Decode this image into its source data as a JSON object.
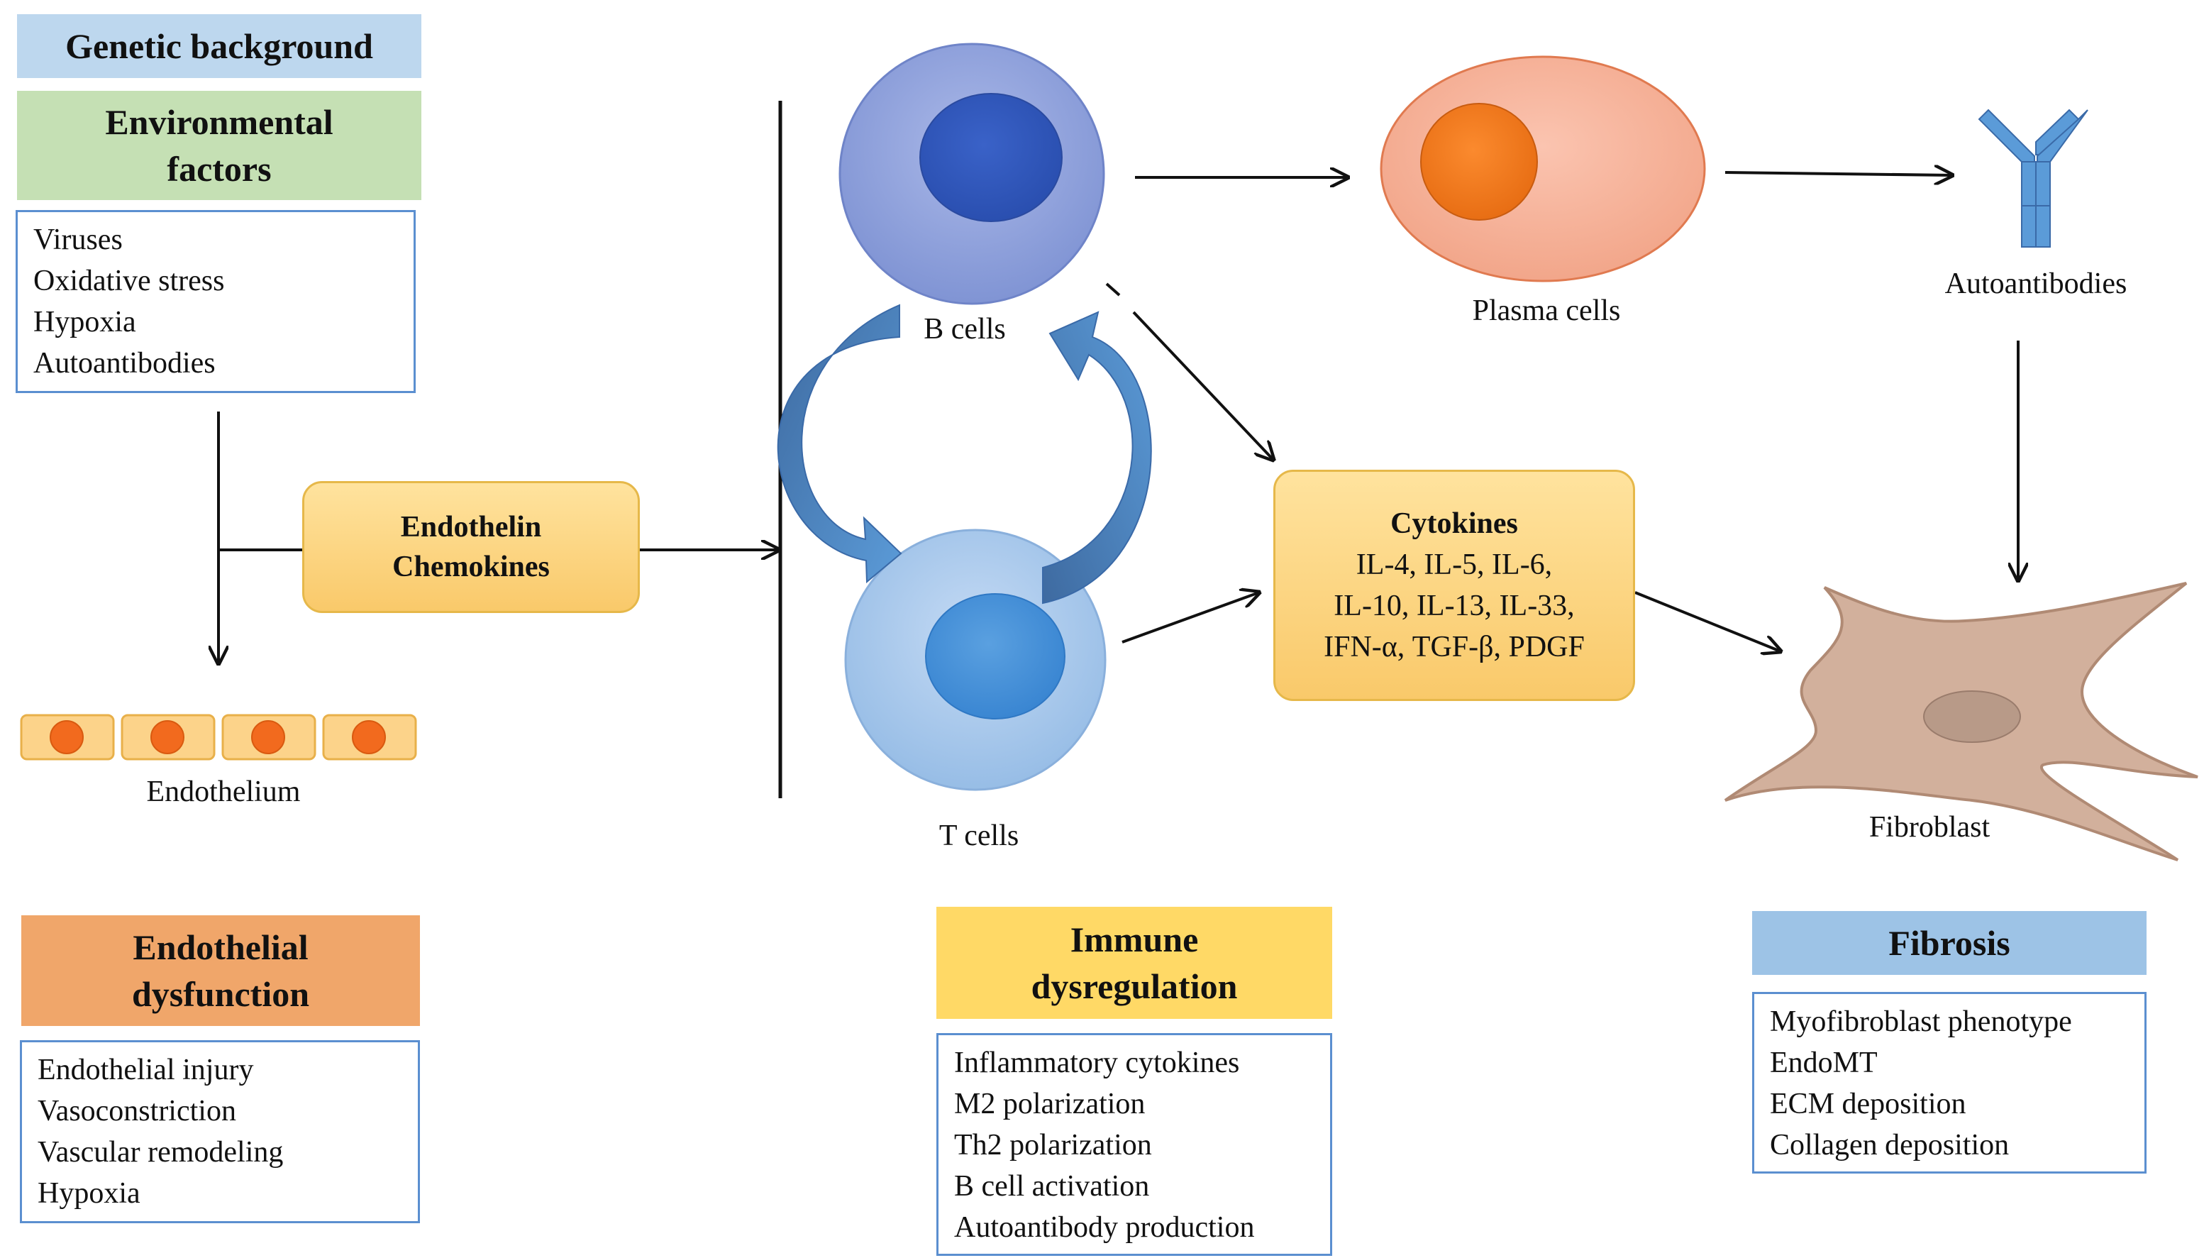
{
  "genetic_background": "Genetic background",
  "environmental_factors": "Environmental factors",
  "env_items": [
    "Viruses",
    "Oxidative stress",
    "Hypoxia",
    "Autoantibodies"
  ],
  "endothelin_box": {
    "line1": "Endothelin",
    "line2": "Chemokines"
  },
  "endothelium_label": "Endothelium",
  "endothelial_dysfunction": "Endothelial dysfunction",
  "endo_items": [
    "Endothelial injury",
    "Vasoconstriction",
    "Vascular remodeling",
    "Hypoxia"
  ],
  "b_cells_label": "B cells",
  "t_cells_label": "T cells",
  "plasma_cells_label": "Plasma cells",
  "autoantibodies_label": "Autoantibodies",
  "cytokines": {
    "title": "Cytokines",
    "lines": [
      "IL-4, IL-5, IL-6,",
      "IL-10, IL-13, IL-33,",
      "IFN-α, TGF-β, PDGF"
    ]
  },
  "fibroblast_label": "Fibroblast",
  "immune_dysregulation": "Immune dysregulation",
  "immune_items": [
    "Inflammatory cytokines",
    "M2 polarization",
    "Th2 polarization",
    "B cell activation",
    "Autoantibody production"
  ],
  "fibrosis": "Fibrosis",
  "fibrosis_items": [
    "Myofibroblast phenotype",
    "EndoMT",
    "ECM deposition",
    "Collagen deposition"
  ],
  "colors": {
    "genetic": "#bdd7ee",
    "environmental": "#c5e0b4",
    "endothelial_dysfunction": "#f0a66a",
    "immune": "#ffd966",
    "fibrosis": "#9dc3e6",
    "list_border": "#5b8fd0"
  }
}
